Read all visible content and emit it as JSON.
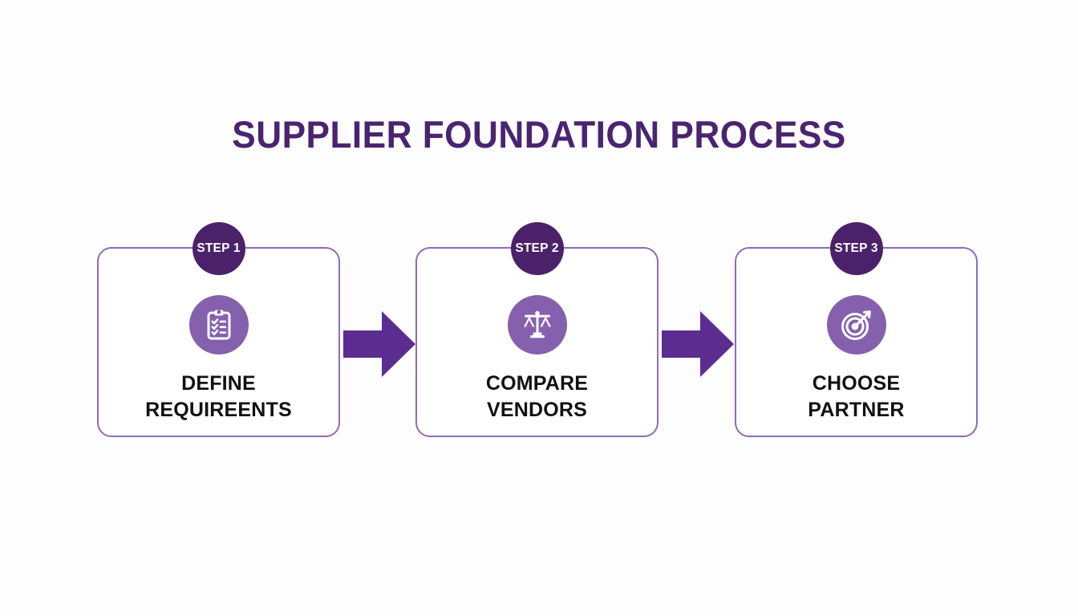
{
  "page": {
    "title": "SUPPLIER FOUNDATION PROCESS",
    "background_color": "#fdfdfd",
    "title_color": "#4a2471"
  },
  "theme": {
    "dark_purple": "#4b2269",
    "arrow_purple": "#5b2d91",
    "icon_circle_purple": "#8560ad",
    "card_border_purple": "#8e6cb8",
    "label_color": "#111111",
    "badge_text_color": "#ffffff"
  },
  "steps": [
    {
      "badge": "STEP 1",
      "icon": "clipboard-checklist-icon",
      "label_line1": "DEFINE",
      "label_line2": "REQUIREENTS"
    },
    {
      "badge": "STEP 2",
      "icon": "balance-scales-icon",
      "label_line1": "COMPARE",
      "label_line2": "VENDORS"
    },
    {
      "badge": "STEP 3",
      "icon": "target-arrow-icon",
      "label_line1": "CHOOSE",
      "label_line2": "PARTNER"
    }
  ],
  "connectors": [
    {
      "icon": "right-arrow-icon"
    },
    {
      "icon": "right-arrow-icon"
    }
  ]
}
